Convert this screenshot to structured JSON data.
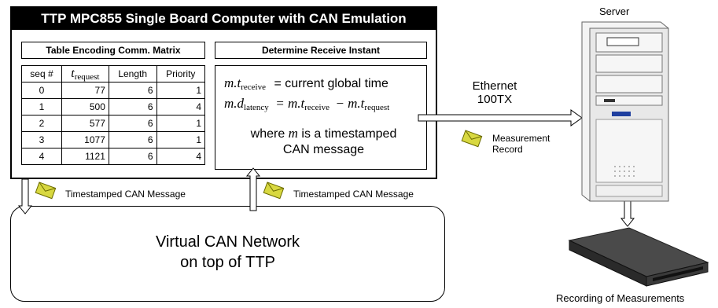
{
  "board": {
    "title": "TTP MPC855 Single Board Computer with CAN Emulation",
    "matrix_header": "Table Encoding Comm. Matrix",
    "receive_header": "Determine Receive Instant",
    "columns": [
      "seq #",
      "t",
      "request",
      "Length",
      "Priority"
    ],
    "rows": [
      {
        "seq": "0",
        "t": "77",
        "len": "6",
        "prio": "1"
      },
      {
        "seq": "1",
        "t": "500",
        "len": "6",
        "prio": "4"
      },
      {
        "seq": "2",
        "t": "577",
        "len": "6",
        "prio": "1"
      },
      {
        "seq": "3",
        "t": "1077",
        "len": "6",
        "prio": "1"
      },
      {
        "seq": "4",
        "t": "1121",
        "len": "6",
        "prio": "4"
      }
    ],
    "formula1_lhs": "m.t",
    "formula1_sub": "receive",
    "formula1_rhs": "= current global time",
    "formula2_lhs": "m.d",
    "formula2_sub": "latency",
    "formula2_eq": "= m.t",
    "formula2_sub2": "receive",
    "formula2_minus": "− m.t",
    "formula2_sub3": "request",
    "where_prefix": "where ",
    "where_var": "m",
    "where_suffix": " is a timestamped",
    "where_line2": "CAN message"
  },
  "network": {
    "line1": "Virtual CAN Network",
    "line2": "on top of TTP"
  },
  "labels": {
    "timestamped_left": "Timestamped CAN Message",
    "timestamped_right": "Timestamped CAN Message",
    "ethernet_line1": "Ethernet",
    "ethernet_line2": "100TX",
    "measurement_line1": "Measurement",
    "measurement_line2": "Record",
    "server": "Server",
    "recording": "Recording of Measurements"
  },
  "colors": {
    "envelope_fill": "#d8d840",
    "envelope_stroke": "#6b6b00",
    "server_body": "#e8e8e8",
    "server_panel": "#1f3f9f"
  },
  "icons": [
    "envelope-icon",
    "server-tower-icon",
    "disk-drive-icon",
    "arrow-icon"
  ]
}
